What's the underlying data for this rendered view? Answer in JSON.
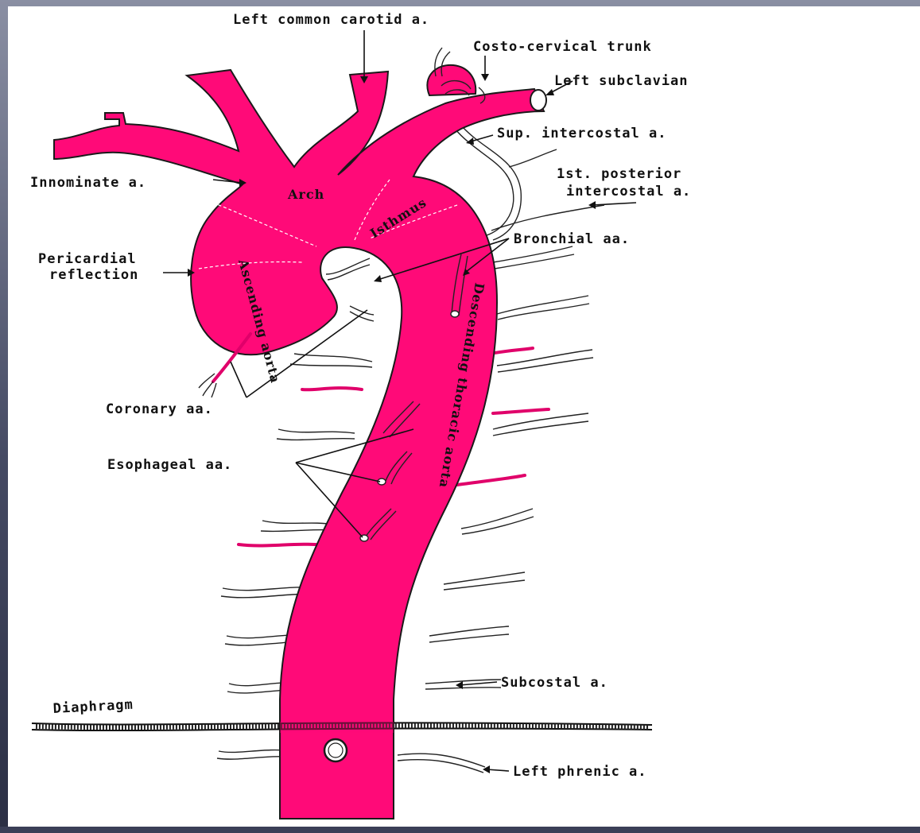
{
  "labels": {
    "left_common_carotid": "Left common carotid a.",
    "costo_cervical": "Costo-cervical trunk",
    "left_subclavian": "Left subclavian",
    "sup_intercostal": "Sup. intercostal a.",
    "first_posterior_line1": "1st. posterior",
    "first_posterior_line2": "intercostal a.",
    "innominate": "Innominate a.",
    "arch": "Arch",
    "isthmus": "Isthmus",
    "bronchial": "Bronchial aa.",
    "pericardial_line1": "Pericardial",
    "pericardial_line2": "reflection",
    "ascending": "Ascending aorta",
    "descending": "Descending thoracic aorta",
    "coronary": "Coronary aa.",
    "esophageal": "Esophageal aa.",
    "subcostal": "Subcostal a.",
    "diaphragm": "Diaphragm",
    "left_phrenic": "Left phrenic a."
  },
  "colors": {
    "vessel": "#ff0a78",
    "outline": "#1a1a1a",
    "background": "#ffffff",
    "frame": "#454a63"
  }
}
